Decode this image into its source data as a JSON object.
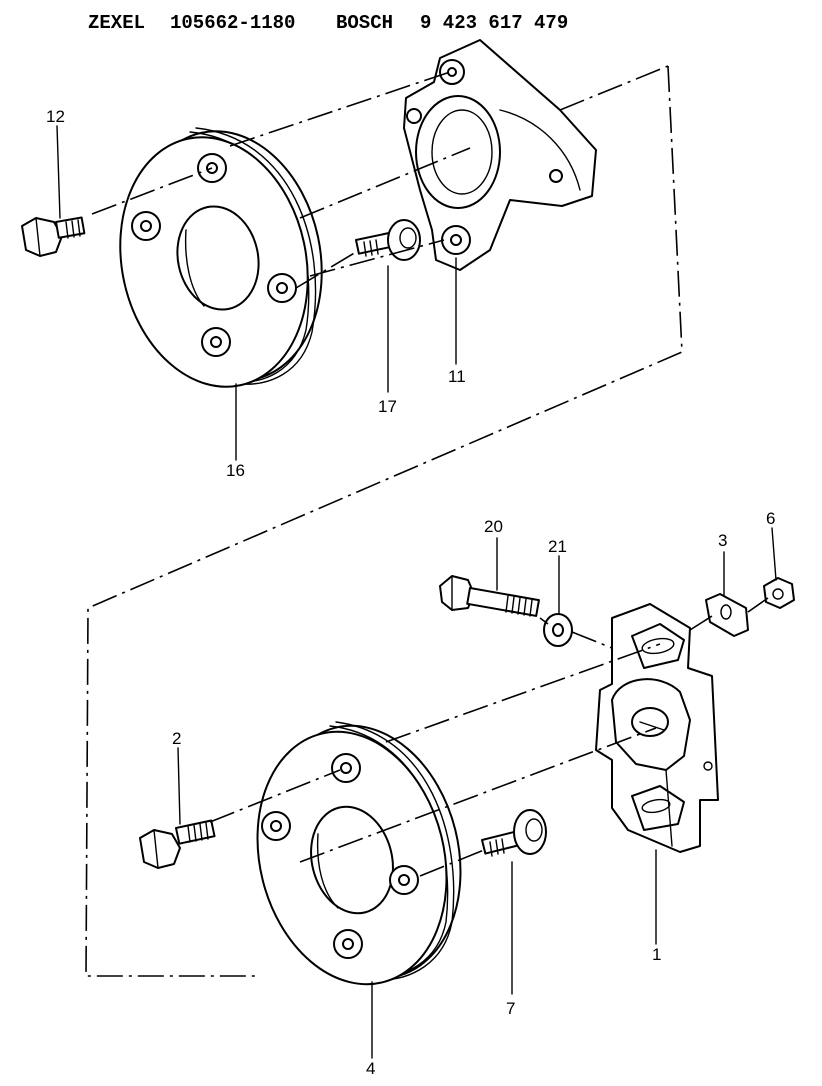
{
  "header": {
    "zexel": "ZEXEL",
    "zexel_part": "105662-1180",
    "bosch": "BOSCH",
    "bosch_part": "9 423 617 479"
  },
  "callouts": [
    {
      "id": "p12",
      "text": "12"
    },
    {
      "id": "p16",
      "text": "16"
    },
    {
      "id": "p17",
      "text": "17"
    },
    {
      "id": "p11",
      "text": "11"
    },
    {
      "id": "p20",
      "text": "20"
    },
    {
      "id": "p21",
      "text": "21"
    },
    {
      "id": "p3",
      "text": "3"
    },
    {
      "id": "p6",
      "text": "6"
    },
    {
      "id": "p2",
      "text": "2"
    },
    {
      "id": "p1",
      "text": "1"
    },
    {
      "id": "p7",
      "text": "7"
    },
    {
      "id": "p4",
      "text": "4"
    }
  ]
}
